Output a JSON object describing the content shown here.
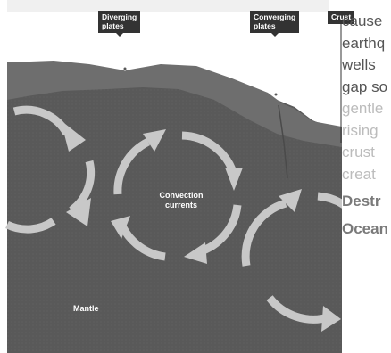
{
  "labels": {
    "diverging": "Diverging\nplates",
    "converging": "Converging\nplates",
    "crust": "Crust",
    "convection": "Convection\ncurrents",
    "mantle": "Mantle"
  },
  "side_text": {
    "lines": [
      "cause",
      "earthq",
      "wells",
      "gap so",
      "gentle",
      "rising",
      "crust",
      "creat"
    ],
    "bold_lines": [
      "Destr",
      "Ocean"
    ]
  },
  "colors": {
    "mantle": "#595959",
    "crust": "#6e6e6e",
    "arrows": "#c8c8c8",
    "tag_bg": "#333333"
  }
}
